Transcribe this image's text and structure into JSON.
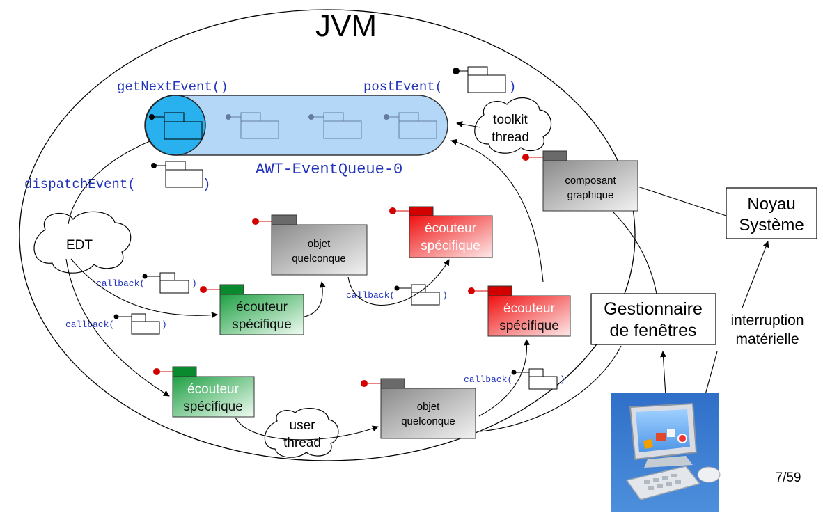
{
  "title": "JVM",
  "queue": {
    "get_label": "getNextEvent()",
    "post_label": "postEvent(",
    "post_close": ")",
    "name": "AWT-EventQueue-0"
  },
  "dispatch": {
    "label": "dispatchEvent(",
    "close": ")"
  },
  "clouds": {
    "edt": "EDT",
    "toolkit_1": "toolkit",
    "toolkit_2": "thread",
    "user_1": "user",
    "user_2": "thread"
  },
  "callbacks": {
    "label": "callback(",
    "close": ")"
  },
  "packages": {
    "composant_1": "composant",
    "composant_2": "graphique",
    "objet_1": "objet",
    "objet_2": "quelconque",
    "ecouteur_1": "écouteur",
    "ecouteur_2": "spécifique"
  },
  "boxes": {
    "noyau_1": "Noyau",
    "noyau_2": "Système",
    "gest_1": "Gestionnaire",
    "gest_2": "de fenêtres",
    "interrupt_1": "interruption",
    "interrupt_2": "matérielle"
  },
  "page_number": "7/59",
  "colors": {
    "queue_fill": "#b4d7f8",
    "queue_head": "#29b1ef",
    "code_text": "#2233bb",
    "green_tab": "#0a8a2c",
    "red_tab": "#d40000",
    "gray_tab": "#6a6a6a",
    "monitor_bg": "#3a7ad0"
  }
}
